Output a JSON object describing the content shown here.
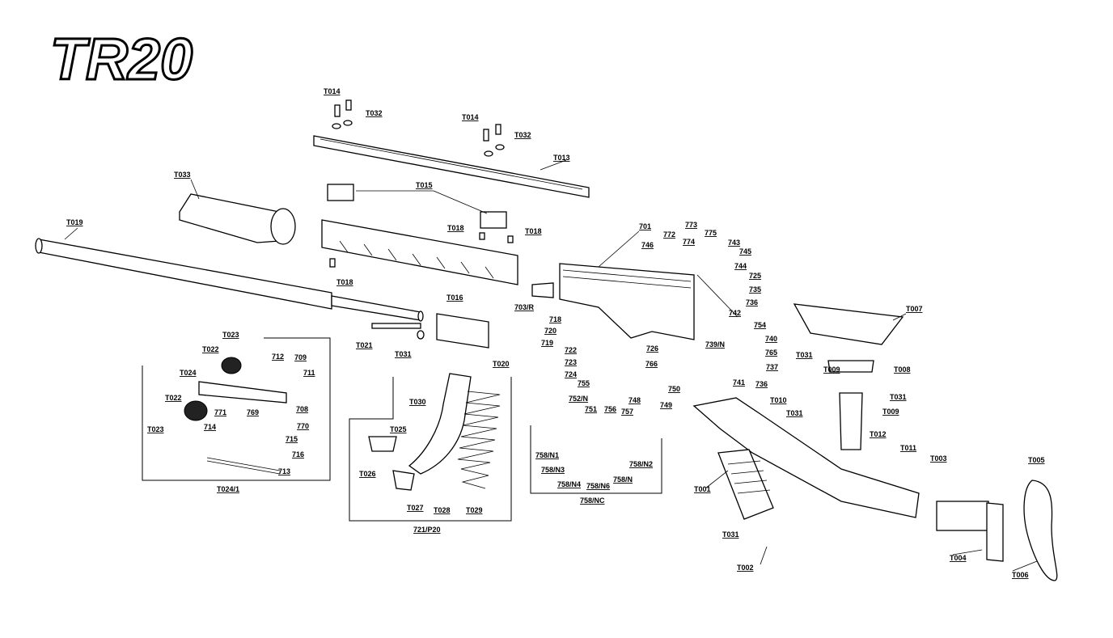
{
  "title": "TR20",
  "labels": {
    "T014a": "T014",
    "T032a": "T032",
    "T014b": "T014",
    "T032b": "T032",
    "T013": "T013",
    "T033": "T033",
    "T015": "T015",
    "T019": "T019",
    "T018a": "T018",
    "T018b": "T018",
    "T018c": "T018",
    "T016": "T016",
    "T021": "T021",
    "T031a": "T031",
    "T020": "T020",
    "p701": "701",
    "p746": "746",
    "p772": "772",
    "p773": "773",
    "p774": "774",
    "p775": "775",
    "p743": "743",
    "p745": "745",
    "p744": "744",
    "p725": "725",
    "p735": "735",
    "p736a": "736",
    "p742": "742",
    "p703R": "703/R",
    "p718": "718",
    "p720": "720",
    "p719": "719",
    "p722": "722",
    "p723": "723",
    "p724": "724",
    "p726": "726",
    "p739N": "739/N",
    "p754": "754",
    "p740": "740",
    "p765": "765",
    "p737": "737",
    "p741": "741",
    "p736b": "736",
    "p766": "766",
    "p755": "755",
    "p750": "750",
    "p752N": "752/N",
    "p748": "748",
    "p751": "751",
    "p756": "756",
    "p757": "757",
    "p749": "749",
    "p758N1": "758/N1",
    "p758N3": "758/N3",
    "p758N2": "758/N2",
    "p758N4": "758/N4",
    "p758N6": "758/N6",
    "p758N": "758/N",
    "p758NC": "758/NC",
    "T023a": "T023",
    "T022a": "T022",
    "T024": "T024",
    "p712": "712",
    "p709": "709",
    "p711": "711",
    "T022b": "T022",
    "p771": "771",
    "p769": "769",
    "p708": "708",
    "T023b": "T023",
    "p714": "714",
    "p770": "770",
    "p715": "715",
    "p716": "716",
    "p713": "713",
    "T0241": "T024/1",
    "T030": "T030",
    "T025": "T025",
    "T026": "T026",
    "T027": "T027",
    "T028": "T028",
    "T029": "T029",
    "p721P20": "721/P20",
    "T007": "T007",
    "T031b": "T031",
    "T009a": "T009",
    "T008": "T008",
    "T010": "T010",
    "T031c": "T031",
    "T031d": "T031",
    "T009b": "T009",
    "T012": "T012",
    "T011": "T011",
    "T003": "T003",
    "T005": "T005",
    "T001": "T001",
    "T031e": "T031",
    "T002": "T002",
    "T004": "T004",
    "T006": "T006"
  }
}
